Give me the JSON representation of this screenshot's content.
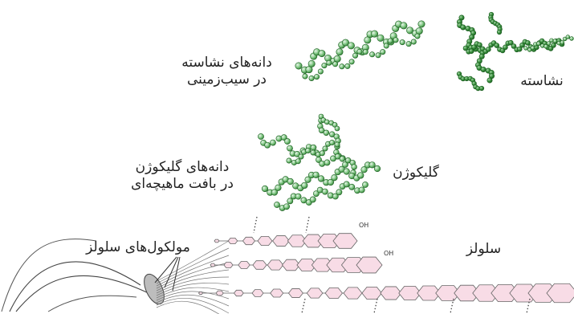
{
  "labels": {
    "starch": "نشاسته",
    "potato_starch_line1": "دانه‌های نشاسته",
    "potato_starch_line2": "در سیب‌زمینی",
    "glycogen": "گلیکوژن",
    "muscle_glycogen_line1": "دانه‌های گلیکوژن",
    "muscle_glycogen_line2": "در بافت ماهیچه‌ای",
    "cellulose": "سلولز",
    "cellulose_molecules": "مولکول‌های سلولز",
    "oh": "OH"
  },
  "colors": {
    "starch_dark": "#2e7d32",
    "starch_mid": "#4caf50",
    "bead_light": "#a5d6a7",
    "ring_fill": "#f8dce6",
    "ring_stroke": "#666666",
    "fiber": "#555555"
  }
}
